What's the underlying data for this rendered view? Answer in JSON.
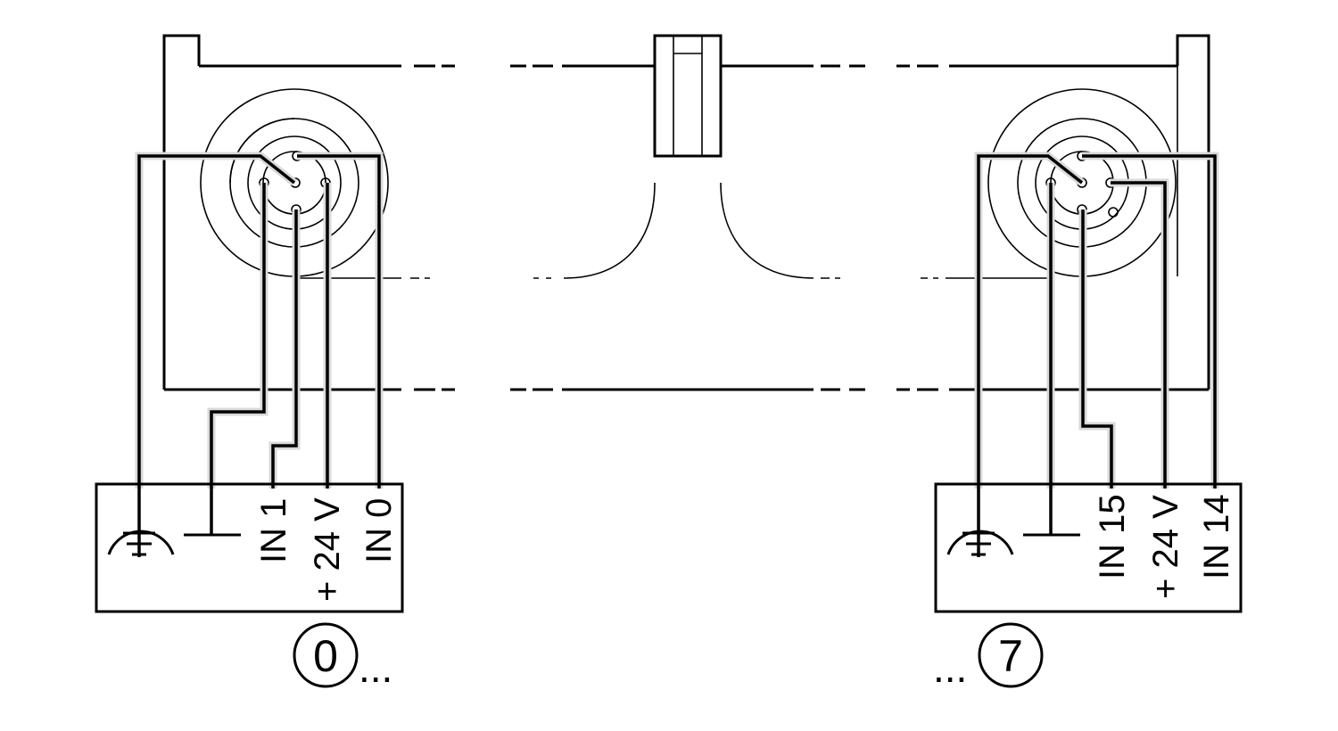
{
  "left_module": {
    "terminals": [
      "IN 1",
      "+ 24 V",
      "IN 0"
    ],
    "number": "0",
    "ellipsis": "..."
  },
  "right_module": {
    "terminals": [
      "IN 15",
      "+ 24 V",
      "IN 14"
    ],
    "number": "7",
    "ellipsis": "..."
  },
  "icons": {
    "protective_earth": "protective-earth-icon",
    "ground": "ground-icon"
  }
}
